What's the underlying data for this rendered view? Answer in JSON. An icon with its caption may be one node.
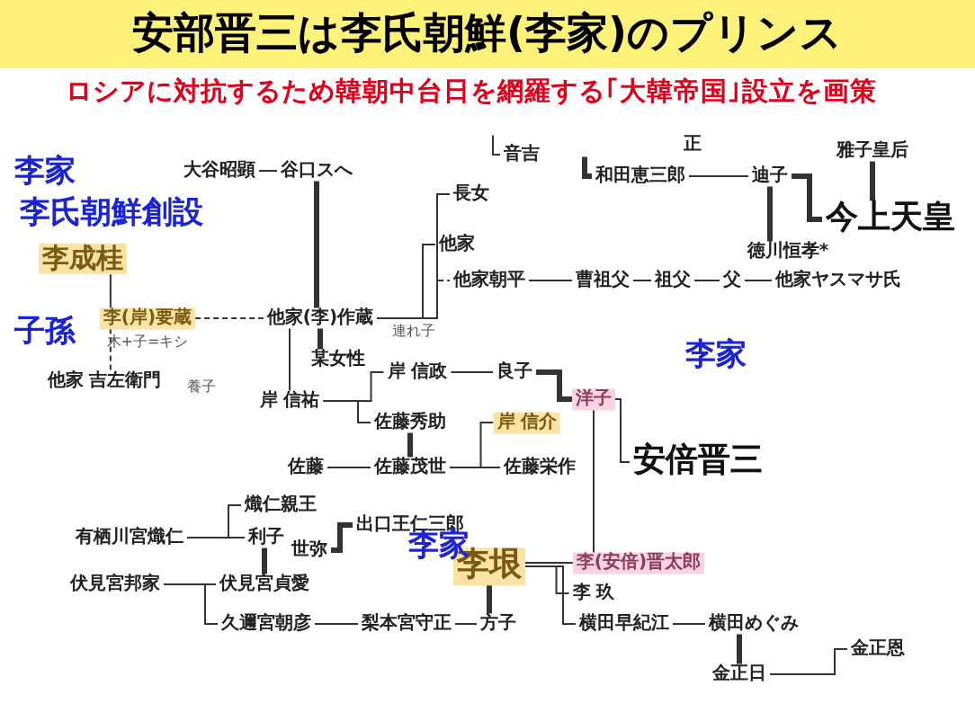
{
  "diagram": {
    "title": "安部晋三は李氏朝鮮(李家)のプリンス",
    "nodes": [
      {
        "text": [
          "大谷昭顕"
        ]
      },
      {
        "text": [
          "谷口スへ"
        ]
      },
      {
        "text": [
          "長女"
        ]
      },
      {
        "text": [
          "他家"
        ]
      },
      {
        "text": [
          "他家朝平"
        ]
      },
      {
        "text": [
          "曹祖父"
        ]
      },
      {
        "text": [
          "祖父"
        ]
      },
      {
        "text": [
          "父"
        ]
      },
      {
        "text": [
          "他家ヤスマサ氏"
        ]
      },
      {
        "text": [
          "音吉"
        ]
      },
      {
        "text": [
          "和田恵三郎"
        ]
      },
      {
        "text": [
          "迪子"
        ]
      },
      {
        "text": [
          "雅子皇后"
        ]
      },
      {
        "text": [
          "今上天皇"
        ]
      },
      {
        "text": [
          "徳川恒孝*"
        ]
      },
      {
        "text": [
          "李成桂"
        ]
      },
      {
        "text": [
          "李(岸)要蔵"
        ],
        "beside": [
          "木+子=キシ"
        ]
      },
      {
        "text": [
          "他家(李)作蔵"
        ]
      },
      {
        "text": [
          "他家 吉左衛門"
        ],
        "beside": [
          "養子"
        ]
      },
      {
        "text": [
          "某女性"
        ]
      },
      {
        "text": [
          "岸 信祐"
        ]
      },
      {
        "text": [
          "岸 信政"
        ]
      },
      {
        "text": [
          "良子"
        ]
      },
      {
        "text": [
          "洋子"
        ]
      },
      {
        "text": [
          "佐藤秀助"
        ]
      },
      {
        "text": [
          "岸 信介"
        ]
      },
      {
        "text": [
          "佐藤"
        ]
      },
      {
        "text": [
          "佐藤茂世"
        ]
      },
      {
        "text": [
          "佐藤栄作"
        ]
      },
      {
        "text": [
          "安倍晋三"
        ]
      },
      {
        "text": [
          "熾仁親王"
        ]
      },
      {
        "text": [
          "有栖川宮熾仁"
        ]
      },
      {
        "text": [
          "利子"
        ]
      },
      {
        "text": [
          "出口王仁三郎"
        ]
      },
      {
        "text": [
          "世弥"
        ]
      },
      {
        "text": [
          "伏見宮邦家"
        ]
      },
      {
        "text": [
          "伏見宮貞愛"
        ]
      },
      {
        "text": [
          "久邇宮朝彦"
        ]
      },
      {
        "text": [
          "梨本宮守正"
        ]
      },
      {
        "text": [
          "方子"
        ]
      },
      {
        "text": [
          "李垠"
        ]
      },
      {
        "text": [
          "李(安倍)晋太郎"
        ]
      },
      {
        "text": [
          "李 玖"
        ]
      },
      {
        "text": [
          "横田早紀江"
        ]
      },
      {
        "text": [
          "横田めぐみ"
        ]
      },
      {
        "text": [
          "金正恩"
        ]
      },
      {
        "text": [
          "金正日"
        ]
      }
    ],
    "edges": [
      {
        "from": 0,
        "to": 1,
        "arrow": "none"
      },
      {
        "from": 1,
        "to": 17,
        "arrow": "none",
        "style": "thick"
      },
      {
        "from": 17,
        "to": 2,
        "arrow": "none"
      },
      {
        "from": 17,
        "to": 3,
        "arrow": "none"
      },
      {
        "from": 17,
        "to": 4,
        "arrow": "none",
        "style": "dashed",
        "label": "連れ子"
      },
      {
        "from": 4,
        "to": 5,
        "arrow": "none"
      },
      {
        "from": 5,
        "to": 6,
        "arrow": "none"
      },
      {
        "from": 6,
        "to": 7,
        "arrow": "none"
      },
      {
        "from": 7,
        "to": 8,
        "arrow": "none"
      },
      {
        "from": null,
        "to": 9,
        "arrow": "none"
      },
      {
        "from": null,
        "to": 10,
        "arrow": "none",
        "style": "thick"
      },
      {
        "from": 10,
        "to": 11,
        "arrow": "none"
      },
      {
        "from": 11,
        "to": 13,
        "arrow": "none",
        "style": "thick"
      },
      {
        "from": 12,
        "to": 13,
        "arrow": "none",
        "style": "thick"
      },
      {
        "from": 11,
        "to": 14,
        "arrow": "none",
        "style": "thick"
      },
      {
        "from": 15,
        "to": 16,
        "arrow": "none"
      },
      {
        "from": 16,
        "to": 17,
        "arrow": "none",
        "style": "dashed"
      },
      {
        "from": 16,
        "to": 18,
        "arrow": "none",
        "style": "dashed"
      },
      {
        "from": 17,
        "to": 19,
        "arrow": "none",
        "style": "thick"
      },
      {
        "from": 17,
        "to": 20,
        "arrow": "none"
      },
      {
        "from": 20,
        "to": 21,
        "arrow": "none"
      },
      {
        "from": 20,
        "to": 24,
        "arrow": "none"
      },
      {
        "from": 21,
        "to": 22,
        "arrow": "none"
      },
      {
        "from": 22,
        "to": 23,
        "arrow": "none",
        "style": "thick"
      },
      {
        "from": 23,
        "to": 29,
        "arrow": "none"
      },
      {
        "from": 23,
        "to": 41,
        "arrow": "none"
      },
      {
        "from": 24,
        "to": 27,
        "arrow": "none",
        "style": "thick"
      },
      {
        "from": 27,
        "to": 25,
        "arrow": "none"
      },
      {
        "from": 27,
        "to": 28,
        "arrow": "none"
      },
      {
        "from": 26,
        "to": 27,
        "arrow": "none"
      },
      {
        "from": 31,
        "to": 30,
        "arrow": "none"
      },
      {
        "from": 31,
        "to": 32,
        "arrow": "none"
      },
      {
        "from": 32,
        "to": 36,
        "arrow": "none",
        "style": "thick"
      },
      {
        "from": 34,
        "to": 33,
        "arrow": "none",
        "style": "thick"
      },
      {
        "from": 35,
        "to": 36,
        "arrow": "none"
      },
      {
        "from": 35,
        "to": 37,
        "arrow": "none"
      },
      {
        "from": 37,
        "to": 38,
        "arrow": "none"
      },
      {
        "from": 38,
        "to": 39,
        "arrow": "none"
      },
      {
        "from": 40,
        "to": 39,
        "arrow": "none",
        "style": "thick"
      },
      {
        "from": 40,
        "to": 41,
        "arrow": "none"
      },
      {
        "from": 40,
        "to": 42,
        "arrow": "none"
      },
      {
        "from": 40,
        "to": 43,
        "arrow": "none"
      },
      {
        "from": 43,
        "to": 44,
        "arrow": "none"
      },
      {
        "from": 44,
        "to": 46,
        "arrow": "none",
        "style": "thick"
      },
      {
        "from": 46,
        "to": 45,
        "arrow": "none"
      }
    ],
    "labels": [
      "ロシアに対抗するため韓朝中台日を網羅する｢大韓帝国｣設立を画策",
      "李家",
      "李氏朝鮮創設",
      "子孫",
      "正",
      "李家",
      "李家"
    ]
  }
}
